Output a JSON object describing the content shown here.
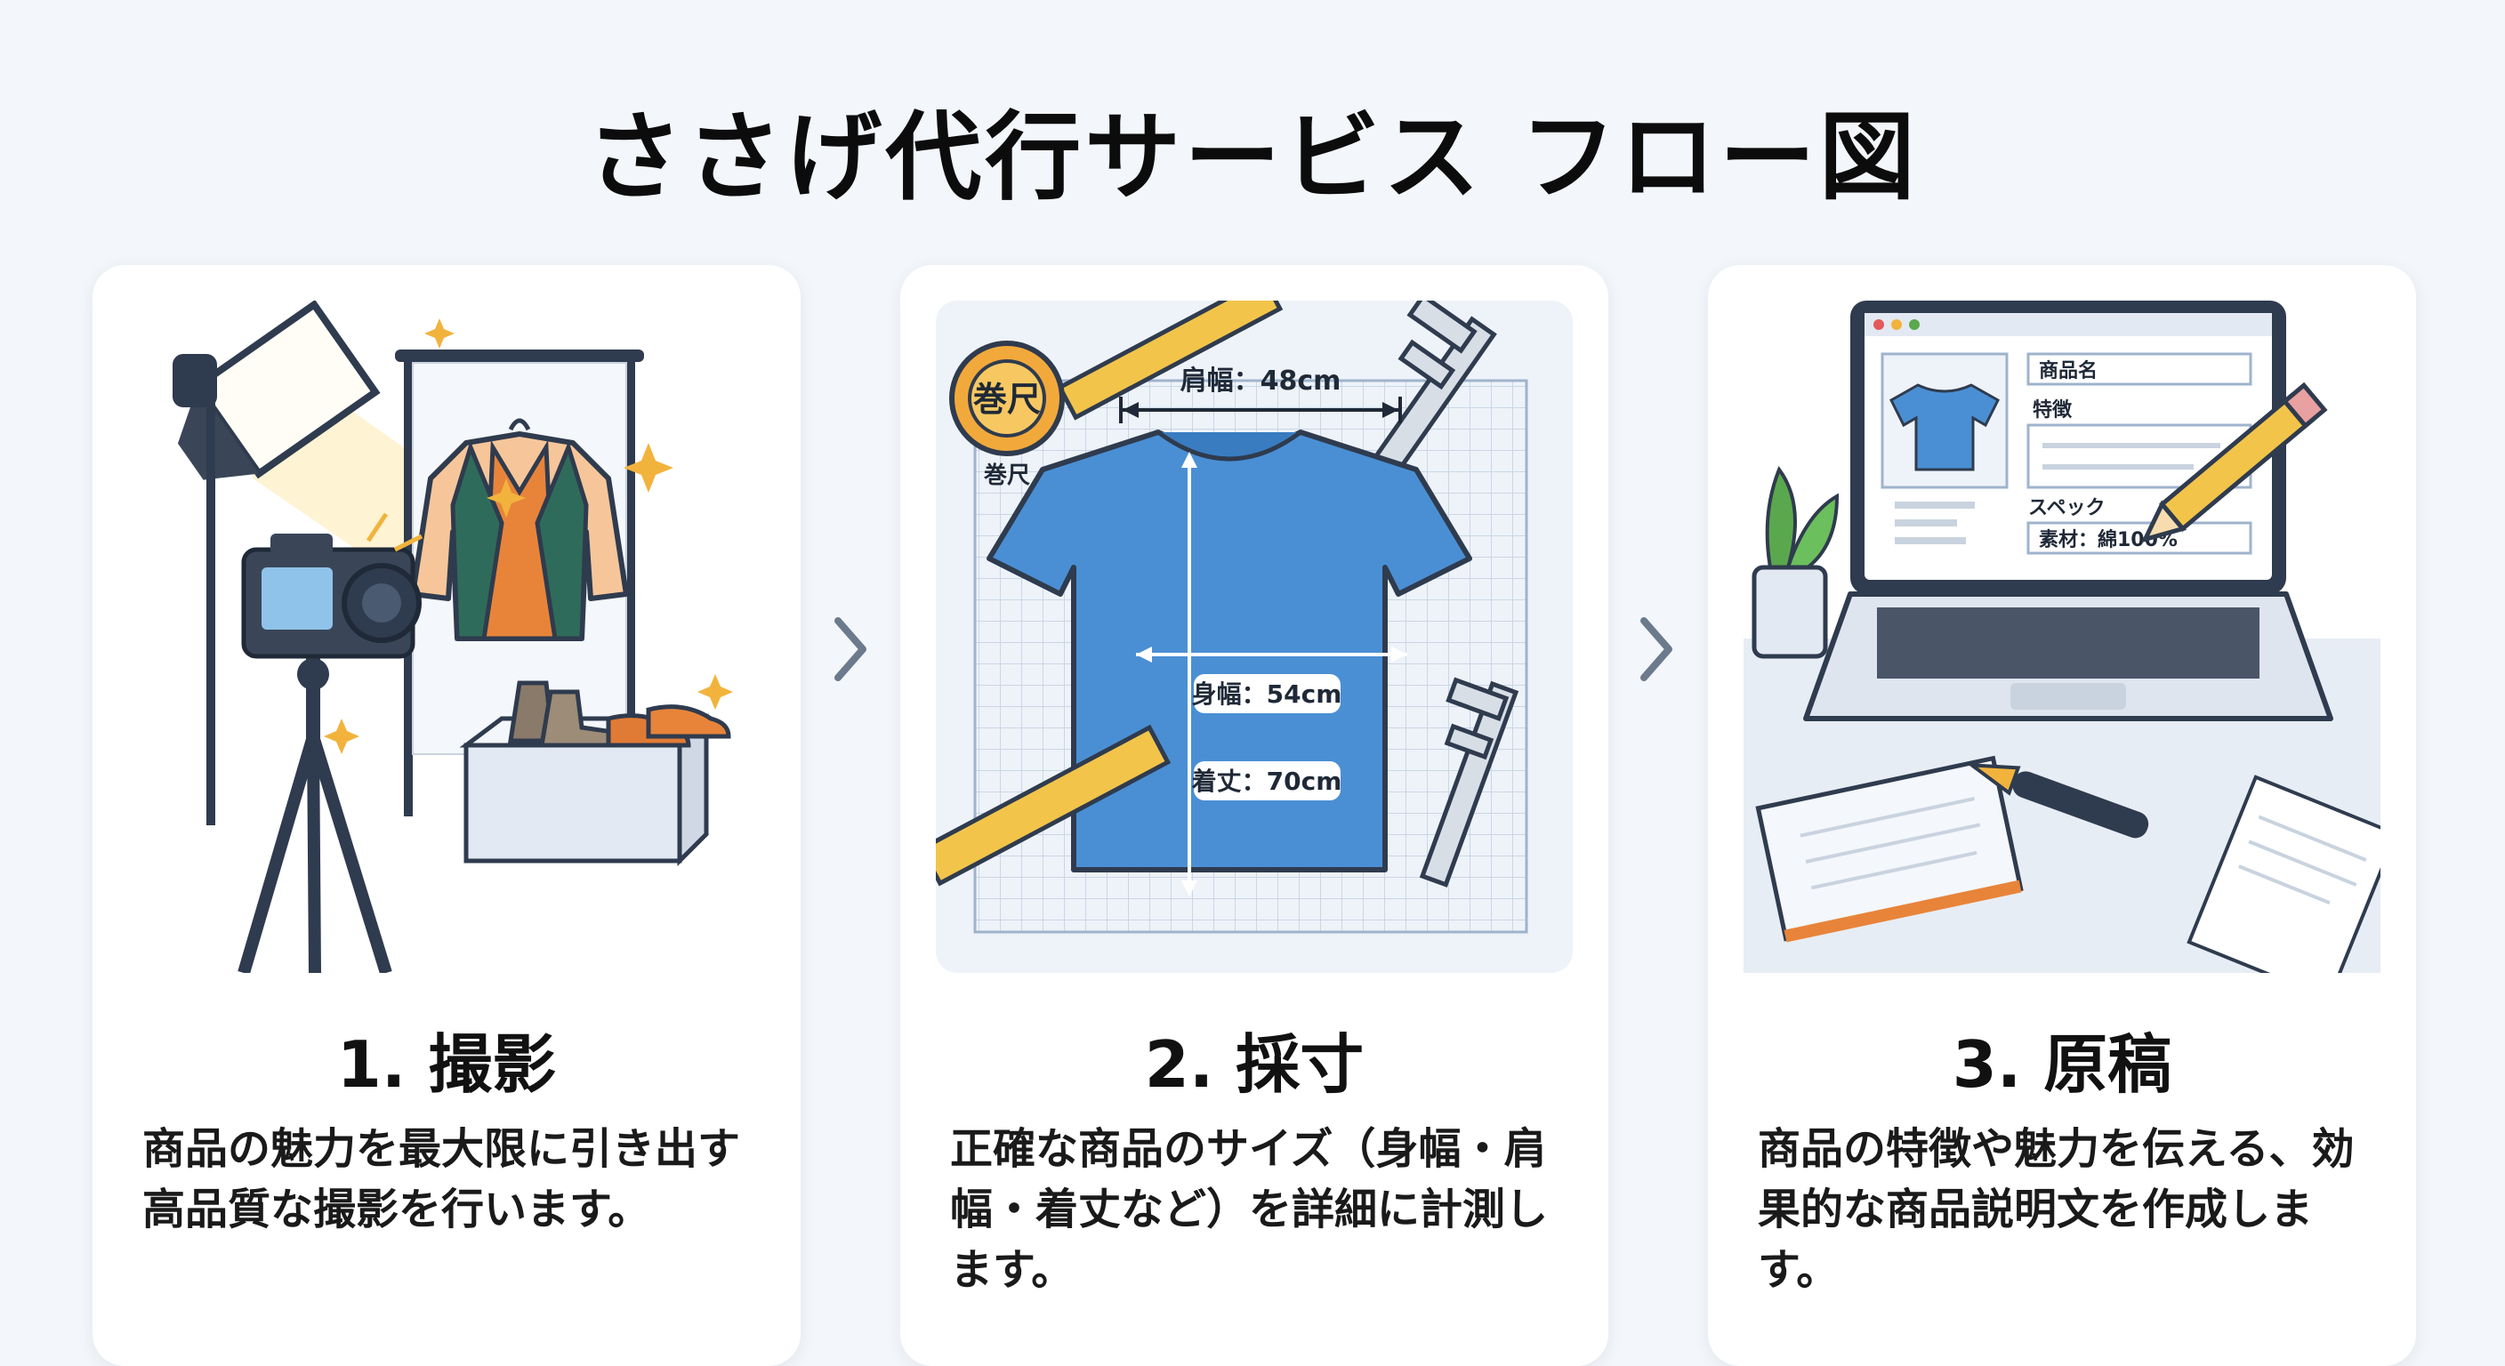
{
  "title": "ささげ代行サービス フロー図",
  "steps": [
    {
      "title": "1. 撮影",
      "description": "商品の魅力を最大限に引き出す高品質な撮影を行います。"
    },
    {
      "title": "2. 採寸",
      "description": "正確な商品のサイズ（身幅・肩幅・着丈など）を詳細に計測します。",
      "labels": {
        "tape": "巻尺",
        "tape_small": "巻尺",
        "shoulder": "肩幅：48cm",
        "chest": "身幅：54cm",
        "length": "着丈：70cm"
      }
    },
    {
      "title": "3. 原稿",
      "description": "商品の特徴や魅力を伝える、効果的な商品説明文を作成します。",
      "labels": {
        "product_name": "商品名",
        "features": "特徴",
        "spec": "スペック",
        "material": "素材：綿100%"
      }
    }
  ],
  "colors": {
    "background": "#f3f6fa",
    "card": "#ffffff",
    "shirt": "#4a8fd4",
    "navy": "#2f3b4e",
    "arrow": "#6b7a8c"
  }
}
